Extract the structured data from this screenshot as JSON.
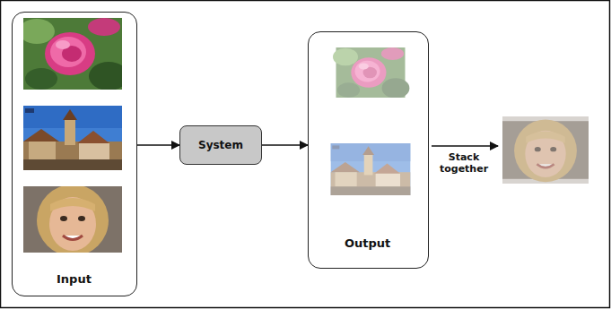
{
  "diagram": {
    "nodes": [
      {
        "text": [
          "Input"
        ]
      },
      {
        "text": [
          "System"
        ]
      },
      {
        "text": [
          "Output"
        ]
      }
    ],
    "edges": [
      {
        "from": 0,
        "to": 1,
        "arrow": "to"
      },
      {
        "from": 1,
        "to": 2,
        "arrow": "to"
      }
    ],
    "labels": [
      "Stack together"
    ]
  }
}
